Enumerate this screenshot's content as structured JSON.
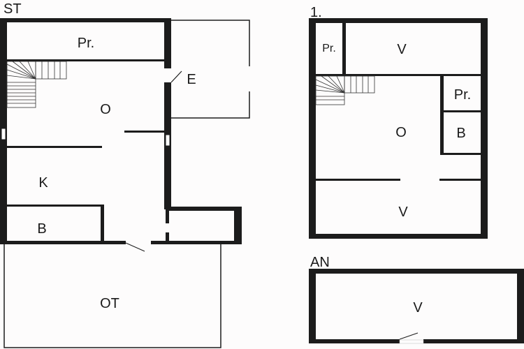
{
  "floors": {
    "ground": {
      "title": "ST",
      "rooms": {
        "pr": "Pr.",
        "e": "E",
        "o": "O",
        "k": "K",
        "b": "B",
        "ot": "OT"
      }
    },
    "first": {
      "title": "1.",
      "rooms": {
        "pr_top": "Pr.",
        "v_top": "V",
        "pr_right": "Pr.",
        "o": "O",
        "b": "B",
        "v_bottom": "V"
      }
    },
    "annex": {
      "title": "AN",
      "rooms": {
        "v": "V"
      }
    }
  },
  "colors": {
    "wall": "#1c1c1c",
    "background": "#fdfcfc",
    "label": "#1a1a1a"
  }
}
